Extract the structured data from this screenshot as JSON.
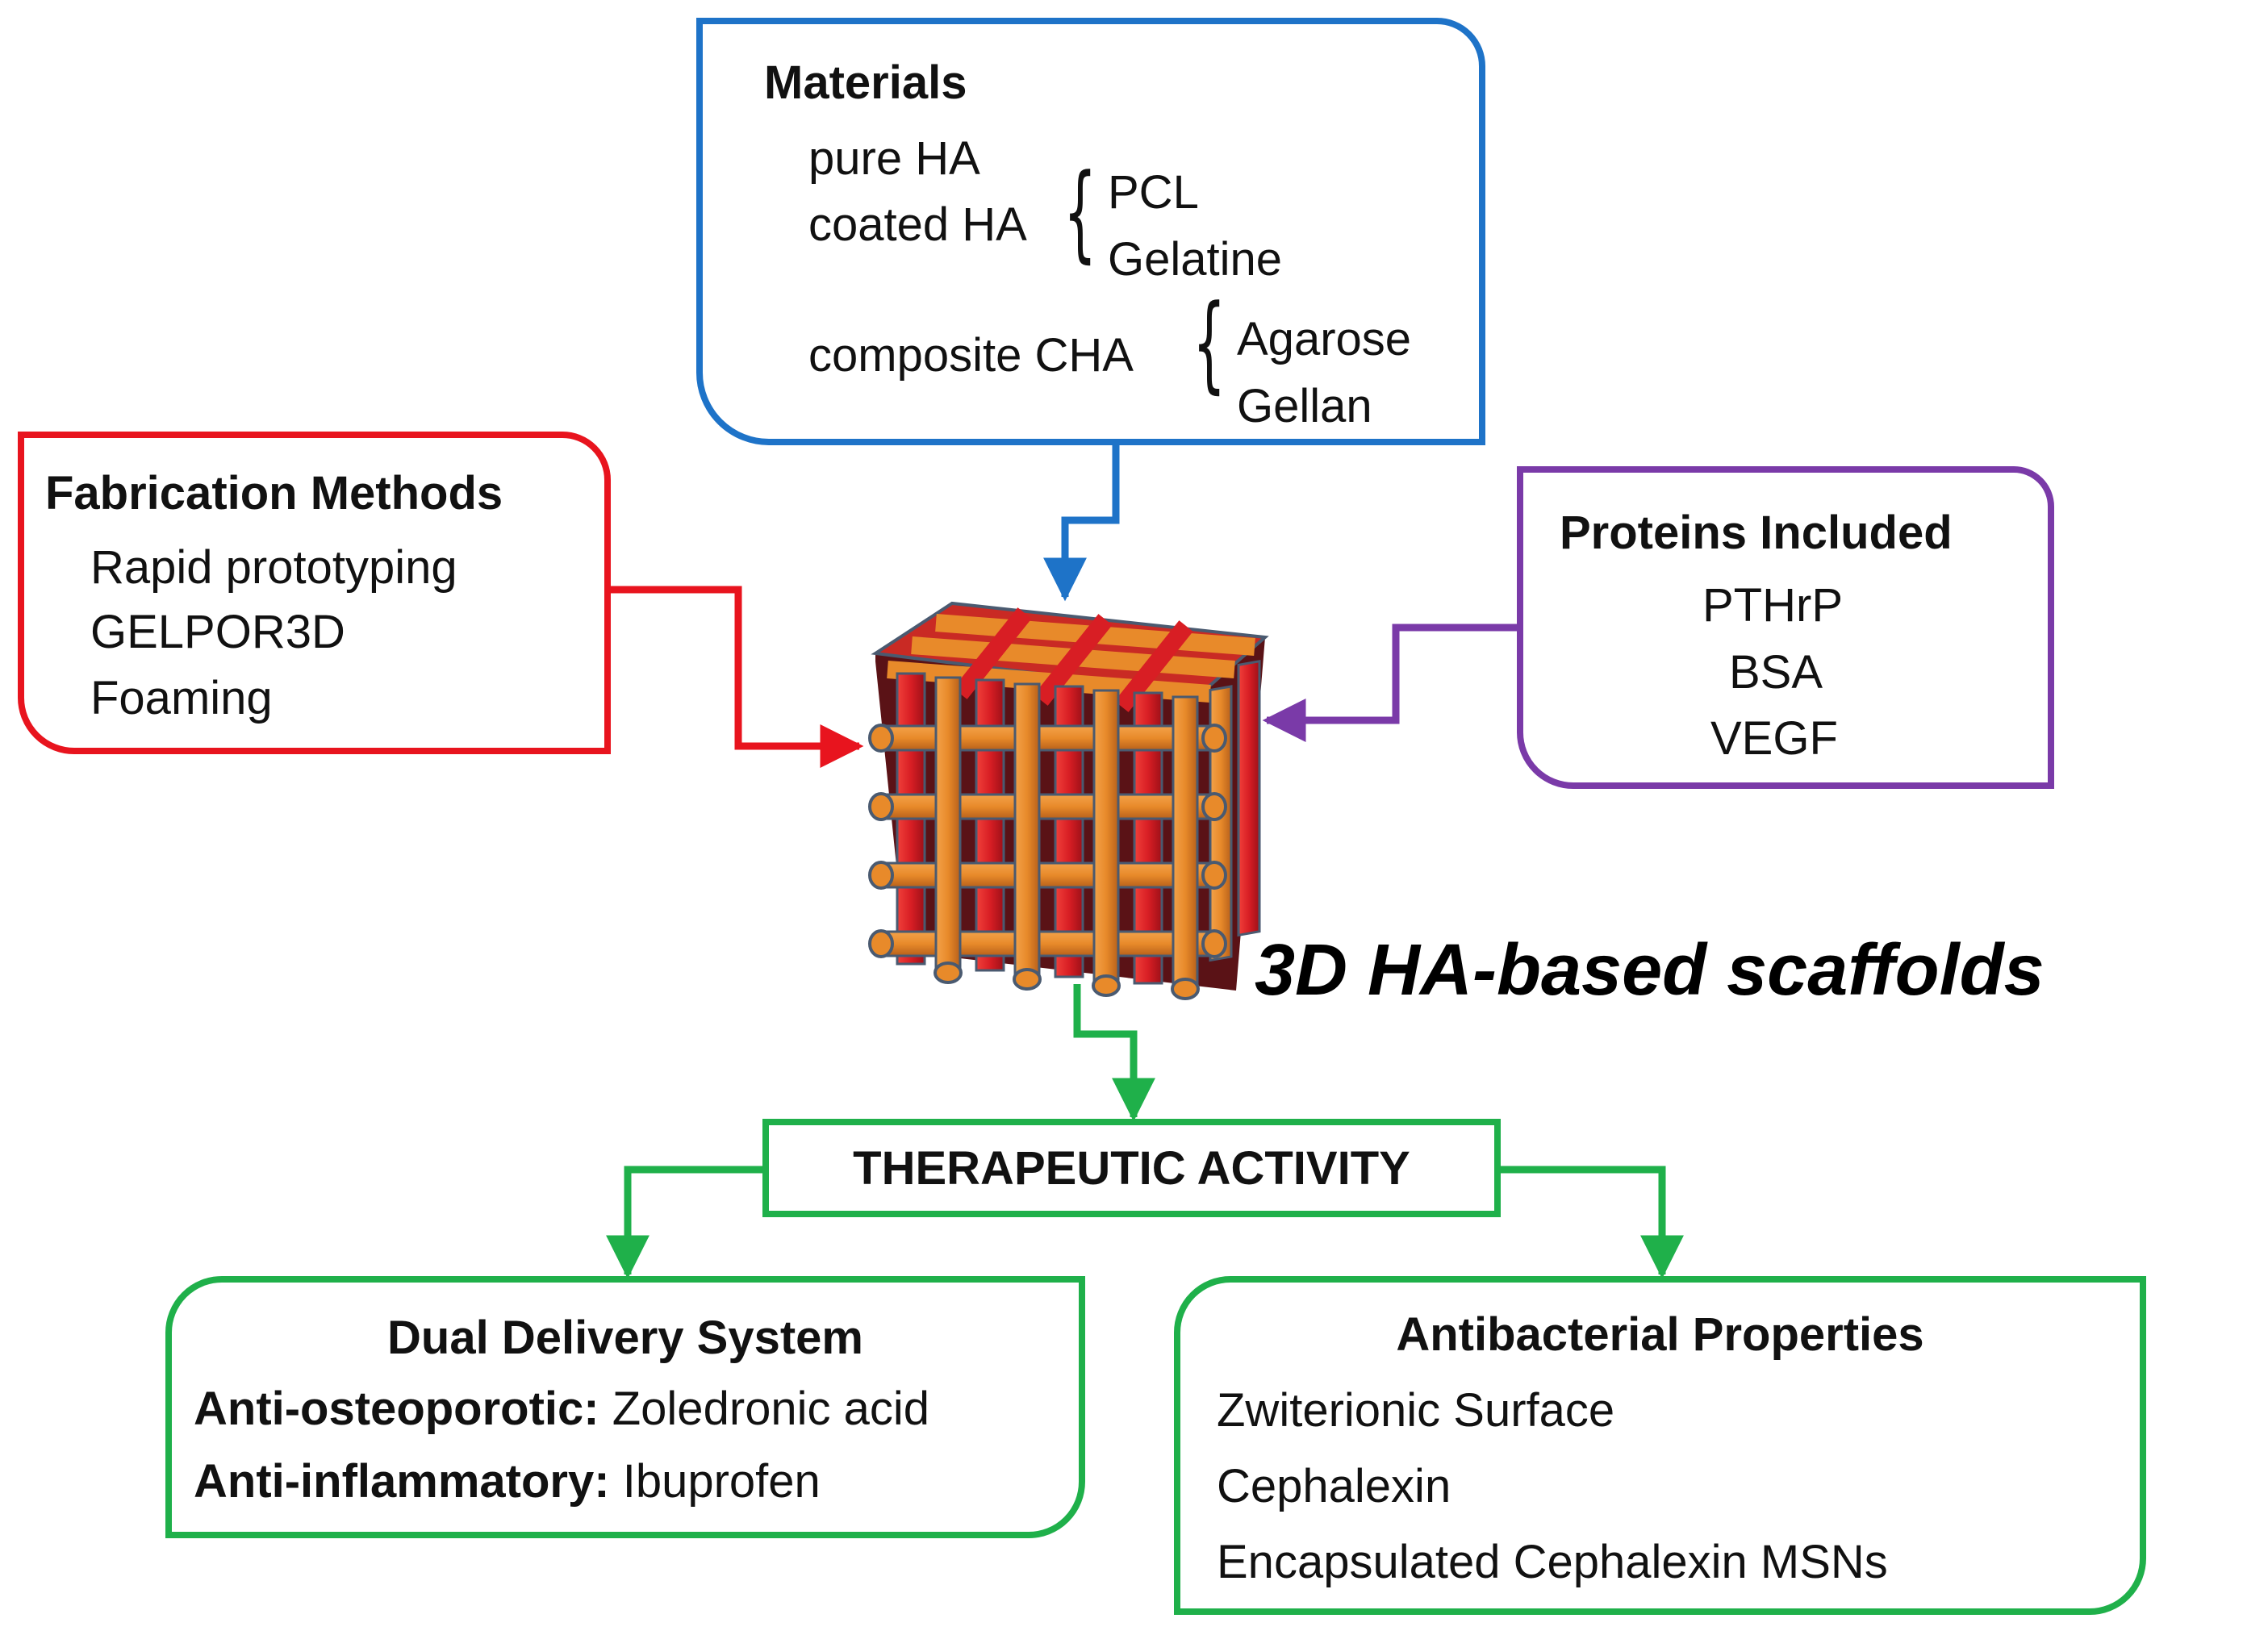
{
  "colors": {
    "materials": "#1e73c8",
    "fabrication": "#e8141e",
    "proteins": "#7a3aa8",
    "therapeutic": "#1fb04a",
    "rod_red": "#d81e24",
    "rod_orange": "#e88a2a"
  },
  "materials": {
    "title": "Materials",
    "pure": "pure HA",
    "coated": "coated HA",
    "coated_options": [
      "PCL",
      "Gelatine"
    ],
    "composite": "composite CHA",
    "composite_options": [
      "Agarose",
      "Gellan"
    ]
  },
  "fabrication": {
    "title": "Fabrication Methods",
    "items": [
      "Rapid prototyping",
      "GELPOR3D",
      "Foaming"
    ]
  },
  "proteins": {
    "title": "Proteins Included",
    "items": [
      "PTHrP",
      "BSA",
      "VEGF"
    ]
  },
  "scaffold": {
    "label": "3D HA-based scaffolds",
    "icon": "scaffold-cube-icon"
  },
  "therapeutic": {
    "title": "THERAPEUTIC ACTIVITY"
  },
  "dual": {
    "title": "Dual Delivery System",
    "row1_label": "Anti-osteoporotic:",
    "row1_value": "Zoledronic acid",
    "row2_label": "Anti-inflammatory:",
    "row2_value": "Ibuprofen"
  },
  "antibacterial": {
    "title": "Antibacterial Properties",
    "items": [
      "Zwiterionic Surface",
      "Cephalexin",
      "Encapsulated Cephalexin MSNs"
    ]
  }
}
